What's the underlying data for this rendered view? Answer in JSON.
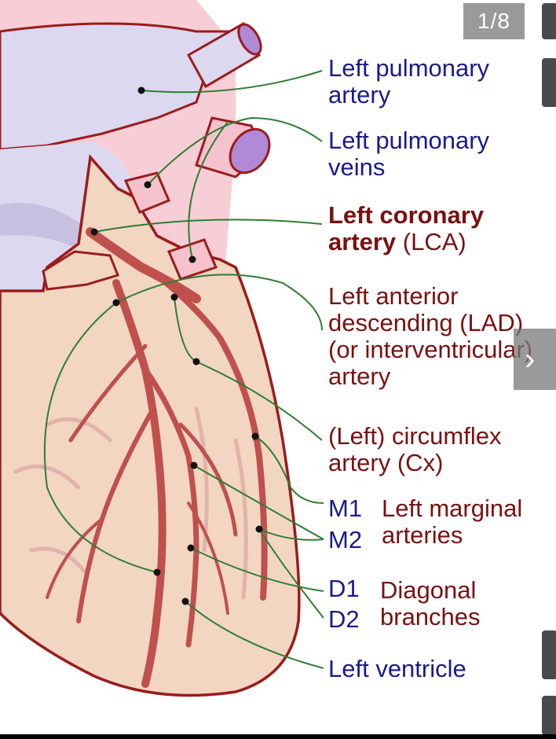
{
  "viewer": {
    "counter": "1/8",
    "next_glyph": "›"
  },
  "labels": {
    "left_pulmonary_artery": "Left pulmonary\nartery",
    "left_pulmonary_veins": "Left pulmonary\nveins",
    "lca_bold": "Left coronary\nartery",
    "lca_abbr": " (LCA)",
    "lad": "Left anterior\ndescending (LAD)\n(or interventricular)\nartery",
    "cx": "(Left) circumflex\nartery (Cx)",
    "m1": "M1",
    "m2": "M2",
    "marginal": "Left marginal\narteries",
    "d1": "D1",
    "d2": "D2",
    "diagonal": "Diagonal\nbranches",
    "left_ventricle": "Left ventricle"
  },
  "colors": {
    "heart_fill": "#f2d6c2",
    "artery": "#c0504d",
    "outline": "#9b1c1c",
    "pulmonary_fill": "#dcd8f0",
    "vessel_fill": "#f4c2cc",
    "leader": "#2e7d32",
    "label_blue": "#1a1a8c",
    "label_red": "#7a1010"
  }
}
